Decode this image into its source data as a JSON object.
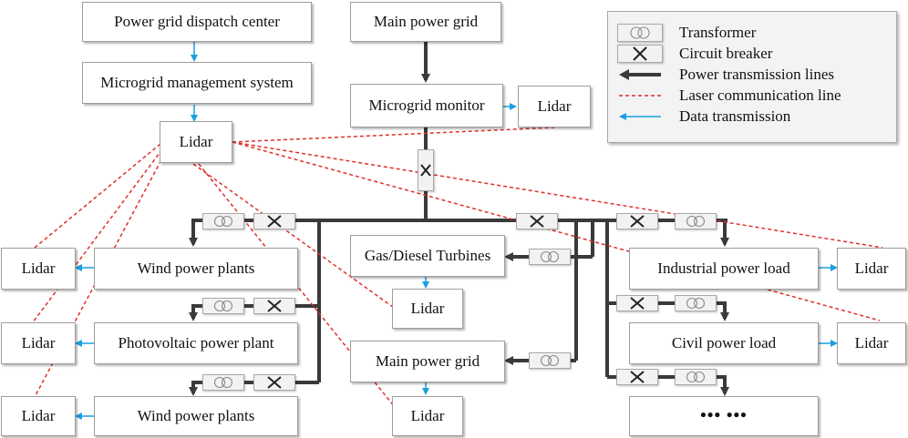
{
  "nodes": {
    "dispatch_center": "Power grid dispatch center",
    "mms": "Microgrid management system",
    "lidar_center": "Lidar",
    "main_grid_top": "Main power grid",
    "monitor": "Microgrid monitor",
    "lidar_monitor": "Lidar",
    "lidar_left_1": "Lidar",
    "wind_1": "Wind power plants",
    "lidar_left_2": "Lidar",
    "pv": "Photovoltaic power plant",
    "lidar_left_3": "Lidar",
    "wind_2": "Wind power plants",
    "gas_diesel": "Gas/Diesel Turbines",
    "lidar_gas": "Lidar",
    "main_grid_mid": "Main power grid",
    "lidar_grid": "Lidar",
    "industrial": "Industrial power load",
    "lidar_ind": "Lidar",
    "civil": "Civil power load",
    "lidar_civil": "Lidar",
    "more": "••• •••"
  },
  "legend": {
    "transformer": "Transformer",
    "breaker": "Circuit breaker",
    "power_line": "Power transmission lines",
    "laser_line": "Laser communication line",
    "data_line": "Data transmission"
  },
  "colors": {
    "power_line": "#3a3a3a",
    "laser_line": "#e0302a",
    "data_line": "#1a9fe0"
  }
}
